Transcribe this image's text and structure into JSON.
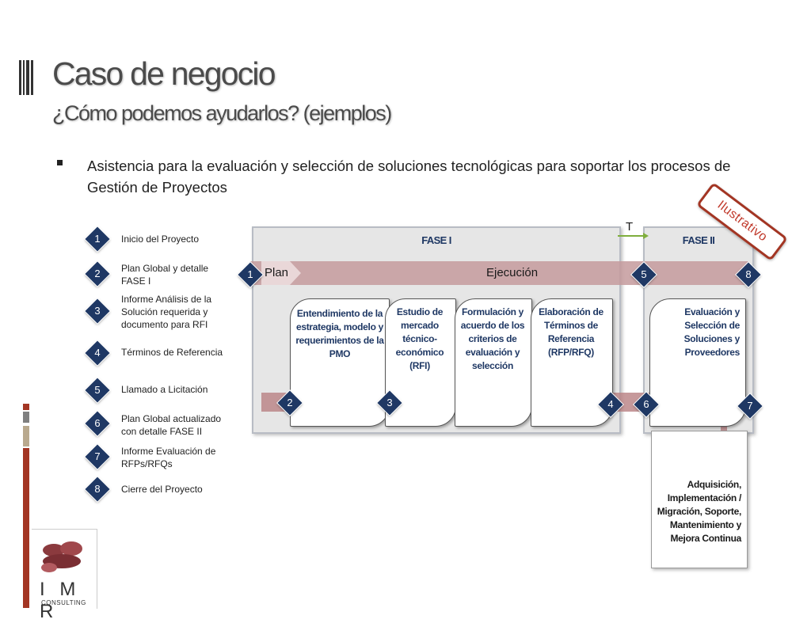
{
  "header": {
    "title": "Caso de negocio",
    "subtitle": "¿Cómo podemos ayudarlos? (ejemplos)"
  },
  "bullet": {
    "text": "Asistencia para la evaluación y selección de soluciones tecnológicas para soportar los procesos de Gestión de Proyectos"
  },
  "legend": [
    {
      "num": "1",
      "label": "Inicio del Proyecto"
    },
    {
      "num": "2",
      "label": "Plan Global y detalle FASE I"
    },
    {
      "num": "3",
      "label": "Informe Análisis de la Solución requerida y documento para RFI"
    },
    {
      "num": "4",
      "label": "Términos de Referencia"
    },
    {
      "num": "5",
      "label": "Llamado a Licitación"
    },
    {
      "num": "6",
      "label": "Plan Global actualizado con detalle FASE  II"
    },
    {
      "num": "7",
      "label": "Informe Evaluación de RFPs/RFQs"
    },
    {
      "num": "8",
      "label": "Cierre del Proyecto"
    }
  ],
  "diagram": {
    "fase1_label": "FASE I",
    "fase2_label": "FASE II",
    "plan_label": "Plan",
    "ejecucion_label": "Ejecución",
    "t_label": "T",
    "stamp": "Ilustrativo",
    "cards": [
      "Entendimiento de la estrategia, modelo y requerimientos de la PMO",
      "Estudio de mercado técnico-económico (RFI)",
      "Formulación y acuerdo de los criterios de evaluación y selección",
      "Elaboración de Términos de Referencia (RFP/RFQ)",
      "Evaluación y Selección de Soluciones y Proveedores",
      "Adquisición, Implementación / Migración, Soporte, Mantenimiento y Mejora Continua"
    ],
    "markers": {
      "m1": "1",
      "m2": "2",
      "m3": "3",
      "m4": "4",
      "m5": "5",
      "m6": "6",
      "m7": "7",
      "m8": "8"
    }
  },
  "logo": {
    "name": "I M R",
    "tagline": "CONSULTING"
  },
  "colors": {
    "accent_navy": "#1f3864",
    "arrow_rose": "#c49a9c",
    "deco_red": "#a33523",
    "title_gray": "#4b4b4b"
  }
}
